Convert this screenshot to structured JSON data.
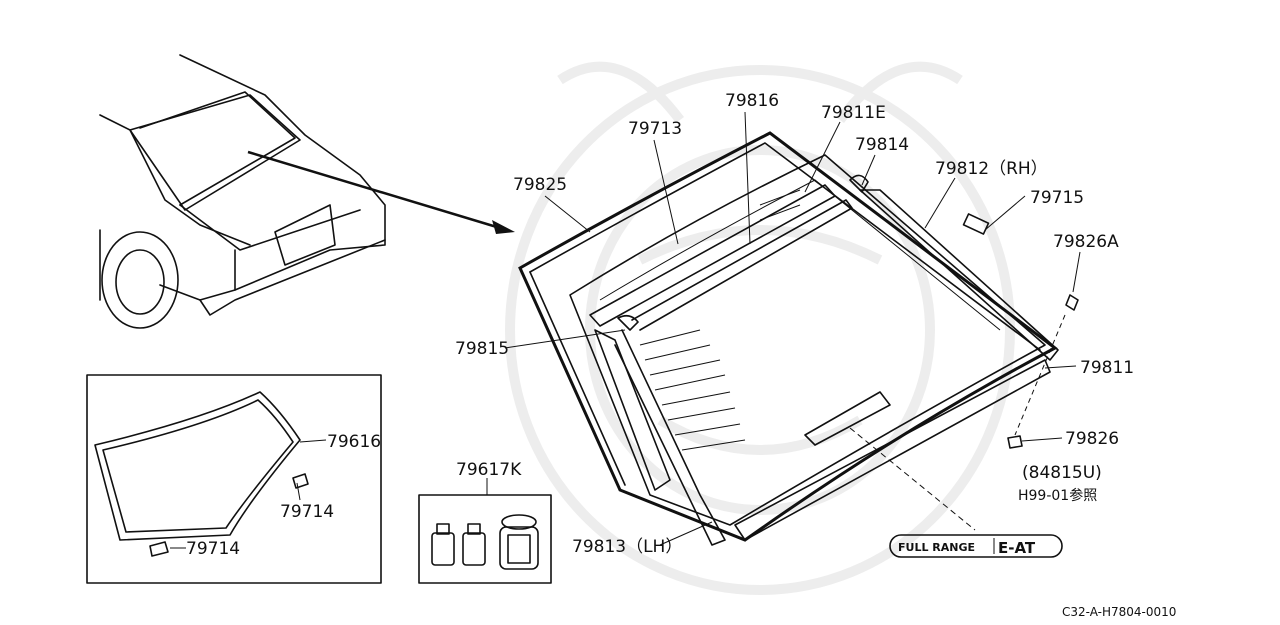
{
  "diagram": {
    "parts": {
      "p79713": "79713",
      "p79816": "79816",
      "p79811E": "79811E",
      "p79814": "79814",
      "p79812": "79812（RH）",
      "p79715": "79715",
      "p79825": "79825",
      "p79826A": "79826A",
      "p79815": "79815",
      "p79811": "79811",
      "p79826": "79826",
      "p79813": "79813（LH）",
      "p79616": "79616",
      "p79714a": "79714",
      "p79714b": "79714",
      "p79617K": "79617K"
    },
    "reference": {
      "code": "(84815U)",
      "note": "H99-01参照"
    },
    "badge": {
      "left": "FULL RANGE",
      "right": "E-AT"
    },
    "figure_code": "C32-A-H7804-0010"
  }
}
